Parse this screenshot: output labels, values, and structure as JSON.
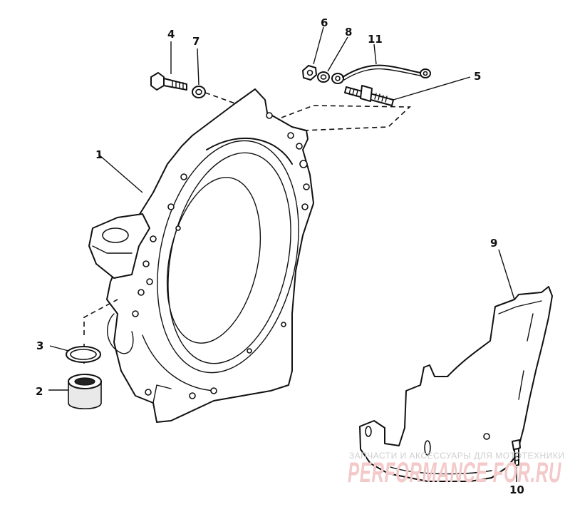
{
  "callouts": {
    "c1": "1",
    "c2": "2",
    "c3": "3",
    "c4": "4",
    "c5": "5",
    "c6": "6",
    "c7": "7",
    "c8": "8",
    "c9": "9",
    "c10": "10",
    "c11": "11"
  },
  "watermark": {
    "tagline": "ЗАПЧАСТИ И АКСЕССУАРЫ ДЛЯ МОТОТЕХНИКИ",
    "logo": "PERFORMANCE FOR.RU"
  }
}
